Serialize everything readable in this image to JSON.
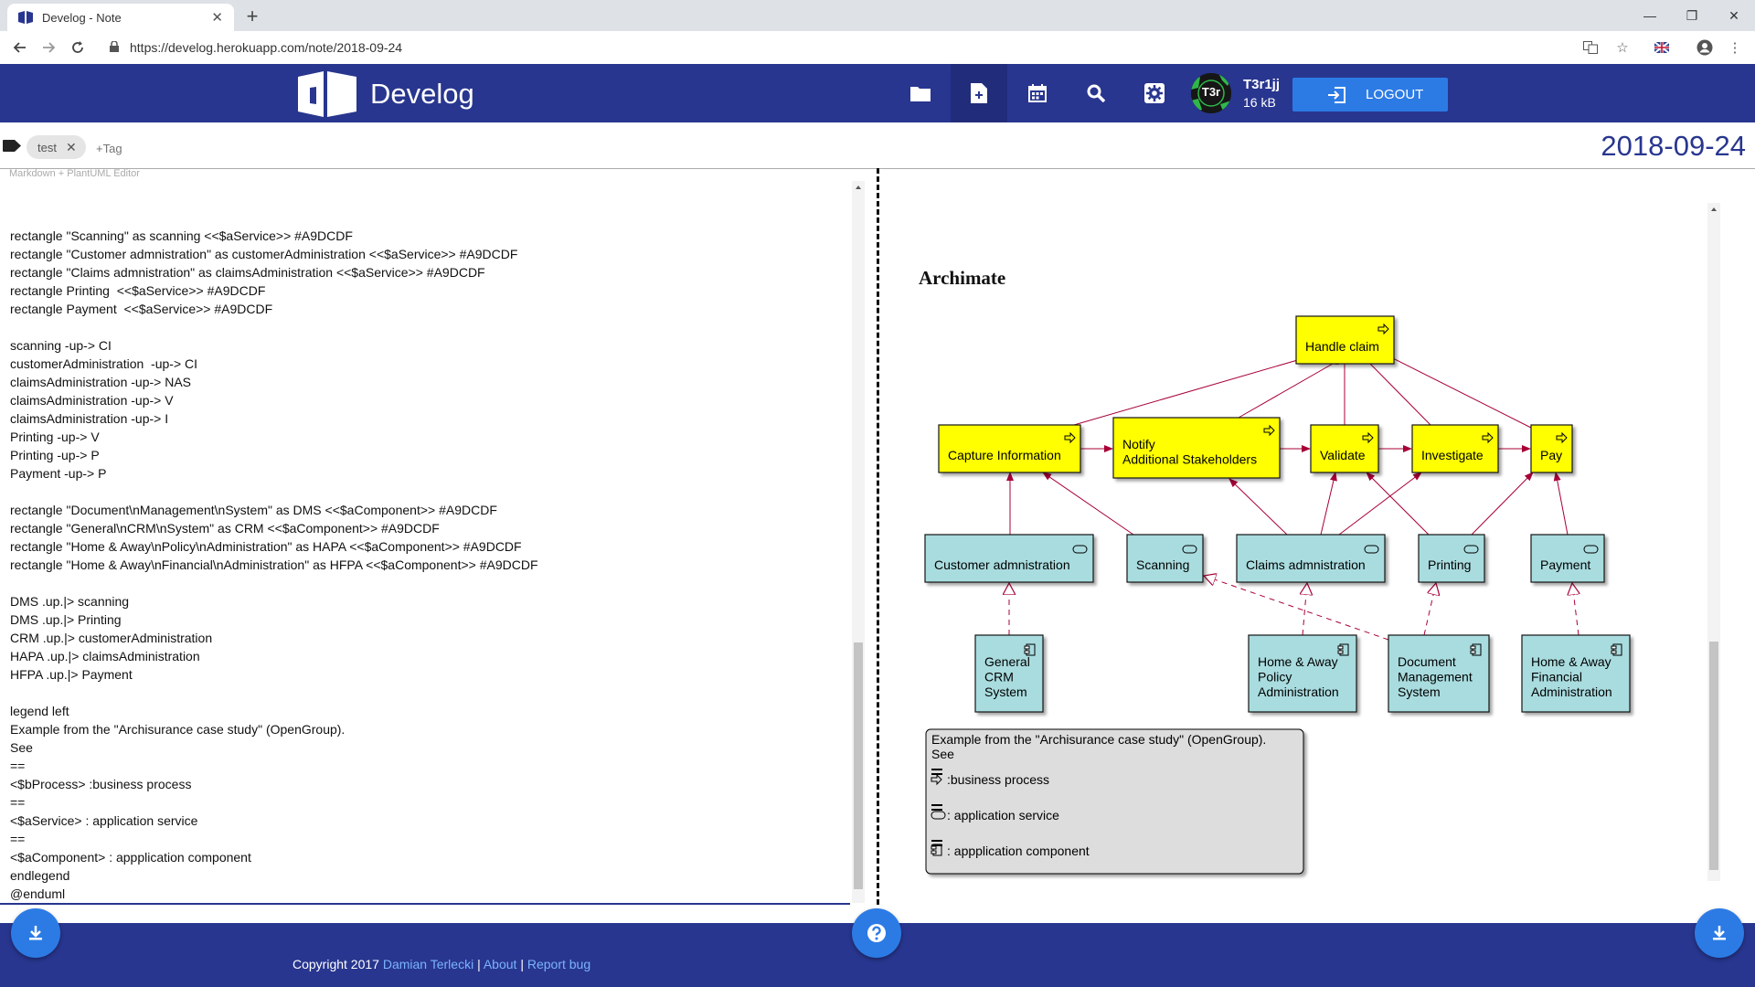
{
  "browser": {
    "tab_title": "Develog - Note",
    "tab_close": "✕",
    "new_tab": "+",
    "url": "https://develog.herokuapp.com/note/2018-09-24",
    "win_minimize": "—",
    "win_restore": "❐",
    "win_close": "✕"
  },
  "navbar": {
    "brand": "Develog",
    "icons": [
      "folder-icon",
      "new-note-icon",
      "calendar-icon",
      "search-icon",
      "settings-icon"
    ],
    "avatar_text": "T3r",
    "username": "T3r1jj",
    "storage": "16 kB",
    "logout_label": "LOGOUT",
    "bg_color": "#28368f",
    "button_color": "#2c7be5"
  },
  "tagbar": {
    "tags": [
      "test"
    ],
    "tag_close": "✕",
    "placeholder": "+Tag",
    "date": "2018-09-24"
  },
  "editor": {
    "label": "Markdown + PlantUML Editor",
    "lines": [
      "rectangle \"Scanning\" as scanning <<$aService>> #A9DCDF",
      "rectangle \"Customer admnistration\" as customerAdministration <<$aService>> #A9DCDF",
      "rectangle \"Claims admnistration\" as claimsAdministration <<$aService>> #A9DCDF",
      "rectangle Printing  <<$aService>> #A9DCDF",
      "rectangle Payment  <<$aService>> #A9DCDF",
      "",
      "scanning -up-> CI",
      "customerAdministration  -up-> CI",
      "claimsAdministration -up-> NAS",
      "claimsAdministration -up-> V",
      "claimsAdministration -up-> I",
      "Printing -up-> V",
      "Printing -up-> P",
      "Payment -up-> P",
      "",
      "rectangle \"Document\\nManagement\\nSystem\" as DMS <<$aComponent>> #A9DCDF",
      "rectangle \"General\\nCRM\\nSystem\" as CRM <<$aComponent>> #A9DCDF",
      "rectangle \"Home & Away\\nPolicy\\nAdministration\" as HAPA <<$aComponent>> #A9DCDF",
      "rectangle \"Home & Away\\nFinancial\\nAdministration\" as HFPA <<$aComponent>> #A9DCDF",
      "",
      "DMS .up.|> scanning",
      "DMS .up.|> Printing",
      "CRM .up.|> customerAdministration",
      "HAPA .up.|> claimsAdministration",
      "HFPA .up.|> Payment",
      "",
      "legend left",
      "Example from the \"Archisurance case study\" (OpenGroup).",
      "See",
      "==",
      "<$bProcess> :business process",
      "==",
      "<$aService> : application service",
      "==",
      "<$aComponent> : appplication component",
      "endlegend",
      "@enduml"
    ]
  },
  "diagram": {
    "title": "Archimate",
    "process_color": "#ffff00",
    "service_color": "#a9dcdf",
    "arrow_color": "#a80036",
    "processes": [
      {
        "id": "hc",
        "lines": [
          "Handle claim"
        ]
      },
      {
        "id": "ci",
        "lines": [
          "Capture Information"
        ]
      },
      {
        "id": "nas",
        "lines": [
          "Notify",
          "Additional Stakeholders"
        ]
      },
      {
        "id": "v",
        "lines": [
          "Validate"
        ]
      },
      {
        "id": "i",
        "lines": [
          "Investigate"
        ]
      },
      {
        "id": "p",
        "lines": [
          "Pay"
        ]
      }
    ],
    "services": [
      {
        "id": "ca",
        "lines": [
          "Customer admnistration"
        ]
      },
      {
        "id": "sc",
        "lines": [
          "Scanning"
        ]
      },
      {
        "id": "cla",
        "lines": [
          "Claims admnistration"
        ]
      },
      {
        "id": "pr",
        "lines": [
          "Printing"
        ]
      },
      {
        "id": "pa",
        "lines": [
          "Payment"
        ]
      }
    ],
    "components": [
      {
        "id": "crm",
        "lines": [
          "General",
          "CRM",
          "System"
        ]
      },
      {
        "id": "hapa",
        "lines": [
          "Home & Away",
          "Policy",
          "Administration"
        ]
      },
      {
        "id": "dms",
        "lines": [
          "Document",
          "Management",
          "System"
        ]
      },
      {
        "id": "hfpa",
        "lines": [
          "Home & Away",
          "Financial",
          "Administration"
        ]
      }
    ],
    "legend": {
      "lines": [
        "Example from the \"Archisurance case study\" (OpenGroup).",
        "See"
      ],
      "items": [
        ":business process",
        ": application service",
        ": appplication component"
      ]
    }
  },
  "footer": {
    "copyright_prefix": "Copyright 2017 ",
    "author": "Damian Terlecki",
    "sep1": " | ",
    "about": "About",
    "sep2": " | ",
    "report": "Report bug"
  }
}
